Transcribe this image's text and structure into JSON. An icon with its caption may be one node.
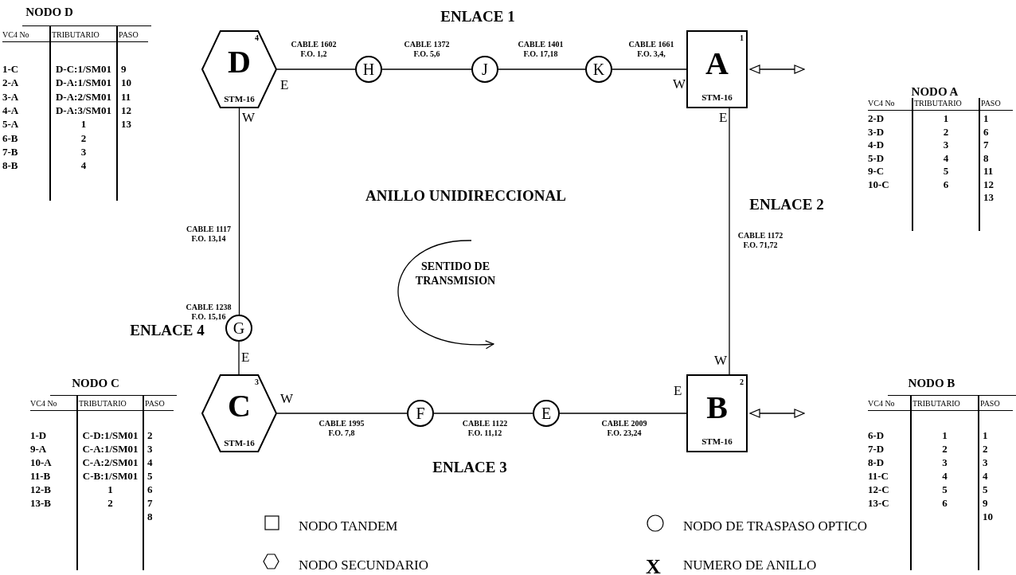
{
  "diagram": {
    "nodes": [
      {
        "text": [
          "4",
          "D",
          "STM-16"
        ]
      },
      {
        "text": [
          "H"
        ]
      },
      {
        "text": [
          "J"
        ]
      },
      {
        "text": [
          "K"
        ]
      },
      {
        "text": [
          "1",
          "A",
          "STM-16"
        ]
      },
      {
        "text": [
          "G"
        ]
      },
      {
        "text": [
          "3",
          "C",
          "STM-16"
        ]
      },
      {
        "text": [
          "F"
        ]
      },
      {
        "text": [
          "E"
        ]
      },
      {
        "text": [
          "2",
          "B",
          "STM-16"
        ]
      }
    ],
    "edges": [
      {
        "from": 0,
        "to": 1,
        "arrow": "none",
        "label": "CABLE 1602 F.O. 1,2"
      },
      {
        "from": 1,
        "to": 2,
        "arrow": "none",
        "label": "CABLE 1372 F.O. 5,6"
      },
      {
        "from": 2,
        "to": 3,
        "arrow": "none",
        "label": "CABLE 1401 F.O. 17,18"
      },
      {
        "from": 3,
        "to": 4,
        "arrow": "none",
        "label": "CABLE 1661 F.O. 3,4,"
      },
      {
        "from": 4,
        "to": null,
        "arrow": "both"
      },
      {
        "from": 0,
        "to": 5,
        "arrow": "none",
        "label": "CABLE 1117 F.O. 13,14"
      },
      {
        "from": 4,
        "to": 9,
        "arrow": "none",
        "label": "CABLE 1172 F.O. 71,72"
      },
      {
        "from": 5,
        "to": 6,
        "arrow": "none",
        "label": "CABLE 1238 F.O. 15,16"
      },
      {
        "from": 6,
        "to": 7,
        "arrow": "none",
        "label": "CABLE 1995 F.O. 7,8"
      },
      {
        "from": 7,
        "to": 8,
        "arrow": "none",
        "label": "CABLE 1122 F.O. 11,12"
      },
      {
        "from": 8,
        "to": 9,
        "arrow": "none",
        "label": "CABLE 2009 F.O. 23,24"
      },
      {
        "from": 9,
        "to": null,
        "arrow": "both"
      }
    ],
    "labels": [
      "NODO D",
      "VC4 No",
      "TRIBUTARIO",
      "PASO",
      "1-C",
      "D-C:1/SM01",
      "9",
      "2-A",
      "D-A:1/SM01",
      "10",
      "3-A",
      "D-A:2/SM01",
      "11",
      "4-A",
      "D-A:3/SM01",
      "12",
      "5-A",
      "1",
      "13",
      "6-B",
      "2",
      "7-B",
      "3",
      "8-B",
      "4",
      "ENLACE 1",
      "E",
      "W",
      "W",
      "E",
      "NODO A",
      "VC4 No",
      "TRIBUTARIO",
      "PASO",
      "2-D",
      "1",
      "1",
      "3-D",
      "2",
      "6",
      "4-D",
      "3",
      "7",
      "5-D",
      "4",
      "8",
      "9-C",
      "5",
      "11",
      "10-C",
      "6",
      "12",
      "13",
      "ANILLO UNIDIRECCIONAL",
      "ENLACE 2",
      "ENLACE 4",
      "SENTIDO DE TRANSMISION",
      "E",
      "W",
      "E",
      "W",
      "NODO C",
      "VC4 No",
      "TRIBUTARIO",
      "PASO",
      "1-D",
      "C-D:1/SM01",
      "2",
      "9-A",
      "C-A:1/SM01",
      "3",
      "10-A",
      "C-A:2/SM01",
      "4",
      "11-B",
      "C-B:1/SM01",
      "5",
      "12-B",
      "1",
      "6",
      "13-B",
      "2",
      "7",
      "8",
      "ENLACE 3",
      "NODO B",
      "VC4 No",
      "TRIBUTARIO",
      "PASO",
      "6-D",
      "1",
      "1",
      "7-D",
      "2",
      "2",
      "8-D",
      "3",
      "3",
      "11-C",
      "4",
      "4",
      "12-C",
      "5",
      "5",
      "13-C",
      "6",
      "9",
      "10",
      "X"
    ],
    "legend": [
      {
        "text": "NODO TANDEM"
      },
      {
        "text": "NODO DE TRASPASO OPTICO"
      },
      {
        "text": "NODO SECUNDARIO"
      },
      {
        "text": "NUMERO DE ANILLO"
      }
    ]
  }
}
